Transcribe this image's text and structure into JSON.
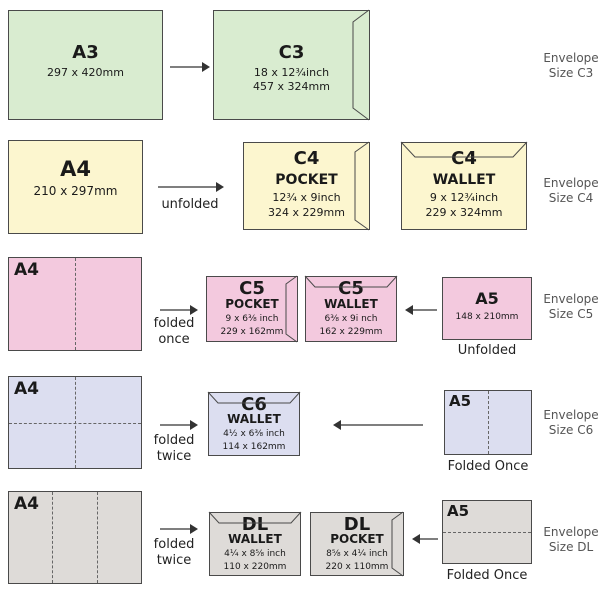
{
  "row1": {
    "a3": {
      "title": "A3",
      "size": "297 x 420mm"
    },
    "c3": {
      "title": "C3",
      "inch": "18 x 12¾inch",
      "mm": "457 x 324mm"
    },
    "label_line1": "Envelope",
    "label_line2": "Size C3"
  },
  "row2": {
    "a4": {
      "title": "A4",
      "size": "210 x 297mm"
    },
    "caption": "unfolded",
    "c4_pocket": {
      "title": "C4",
      "sub": "POCKET",
      "inch": "12¾ x 9inch",
      "mm": "324 x 229mm"
    },
    "c4_wallet": {
      "title": "C4",
      "sub": "WALLET",
      "inch": "9 x 12¾inch",
      "mm": "229 x 324mm"
    },
    "label_line1": "Envelope",
    "label_line2": "Size C4"
  },
  "row3": {
    "a4": {
      "title": "A4"
    },
    "caption_line1": "folded",
    "caption_line2": "once",
    "c5_pocket": {
      "title": "C5",
      "sub": "POCKET",
      "inch": "9 x 6⅜ inch",
      "mm": "229 x 162mm"
    },
    "c5_wallet": {
      "title": "C5",
      "sub": "WALLET",
      "inch": "6⅜ x 9i nch",
      "mm": "162 x 229mm"
    },
    "a5": {
      "title": "A5",
      "size": "148 x 210mm"
    },
    "a5_caption": "Unfolded",
    "label_line1": "Envelope",
    "label_line2": "Size C5"
  },
  "row4": {
    "a4": {
      "title": "A4"
    },
    "caption_line1": "folded",
    "caption_line2": "twice",
    "c6_wallet": {
      "title": "C6",
      "sub": "WALLET",
      "inch": "4½ x 6⅜ inch",
      "mm": "114 x 162mm"
    },
    "a5": {
      "title": "A5"
    },
    "a5_caption": "Folded Once",
    "label_line1": "Envelope",
    "label_line2": "Size C6"
  },
  "row5": {
    "a4": {
      "title": "A4"
    },
    "caption_line1": "folded",
    "caption_line2": "twice",
    "dl_wallet": {
      "title": "DL",
      "sub": "WALLET",
      "inch": "4¼ x 8⅝ inch",
      "mm": "110 x 220mm"
    },
    "dl_pocket": {
      "title": "DL",
      "sub": "POCKET",
      "inch": "8⅝ x 4¼ inch",
      "mm": "220 x 110mm"
    },
    "a5": {
      "title": "A5"
    },
    "a5_caption": "Folded Once",
    "label_line1": "Envelope",
    "label_line2": "Size DL"
  },
  "colors": {
    "green": "#d9ecd0",
    "yellow": "#fcf6cf",
    "pink": "#f3c9de",
    "lavender": "#dcdef0",
    "grey": "#dedbd8",
    "outline": "#4a4a4a"
  }
}
